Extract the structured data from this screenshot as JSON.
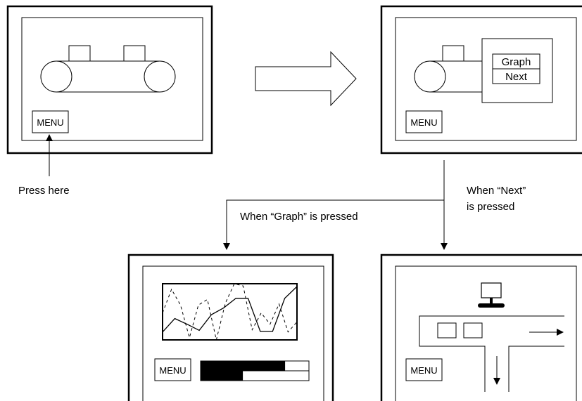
{
  "panels": {
    "main": {
      "menu_label": "MENU"
    },
    "menu_open": {
      "menu_label": "MENU",
      "popup": {
        "graph_label": "Graph",
        "next_label": "Next"
      }
    },
    "graph": {
      "menu_label": "MENU"
    },
    "next": {
      "menu_label": "MENU"
    }
  },
  "annotations": {
    "press_here": "Press here",
    "when_graph_pressed": "When “Graph” is pressed",
    "when_next_pressed_line1": "When “Next”",
    "when_next_pressed_line2": "is pressed"
  },
  "graph_screen": {
    "solid_line": [
      0.86,
      0.62,
      0.72,
      0.83,
      0.55,
      0.43,
      0.26,
      0.26,
      0.85,
      0.85,
      0.26,
      0.05
    ],
    "dashed_line": [
      0.52,
      0.1,
      0.38,
      0.96,
      0.38,
      0.28,
      1.0,
      0.35,
      0.0,
      0.04,
      0.82,
      0.52,
      0.72,
      0.36,
      0.86,
      0.68
    ],
    "bar_fill_top": 0.78,
    "bar_fill_bottom": 0.39
  },
  "colors": {
    "line": "#000000",
    "fill": "#000000",
    "background": "#ffffff"
  },
  "icons": [
    "monitor-icon",
    "right-arrow-icon",
    "down-arrow-icon"
  ]
}
